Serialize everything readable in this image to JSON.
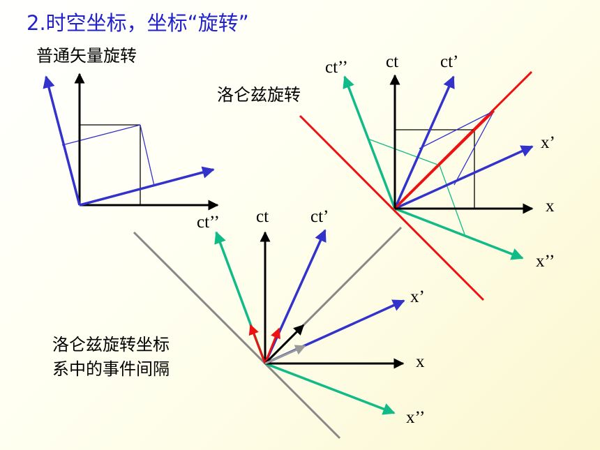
{
  "title": "2.时空坐标，坐标“旋转”",
  "ordinary_rotation": {
    "heading": "普通矢量旋转"
  },
  "lorentz_rotation": {
    "heading": "洛仑兹旋转",
    "labels": {
      "ct_double_prime": "ct’’",
      "ct": "ct",
      "ct_prime": "ct’",
      "x_prime": "x’",
      "x": "x",
      "x_double_prime": "x’’"
    }
  },
  "event_interval": {
    "heading_line1": "洛仑兹旋转坐标",
    "heading_line2": "系中的事件间隔",
    "labels": {
      "ct_double_prime": "ct’’",
      "ct": "ct",
      "ct_prime": "ct’",
      "x_prime": "x’",
      "x": "x",
      "x_double_prime": "x’’"
    }
  },
  "colors": {
    "title": "#2222cc",
    "axes": "#000000",
    "blue": "#3333cc",
    "teal": "#11bb88",
    "red": "#ee1111",
    "gray": "#888888"
  }
}
